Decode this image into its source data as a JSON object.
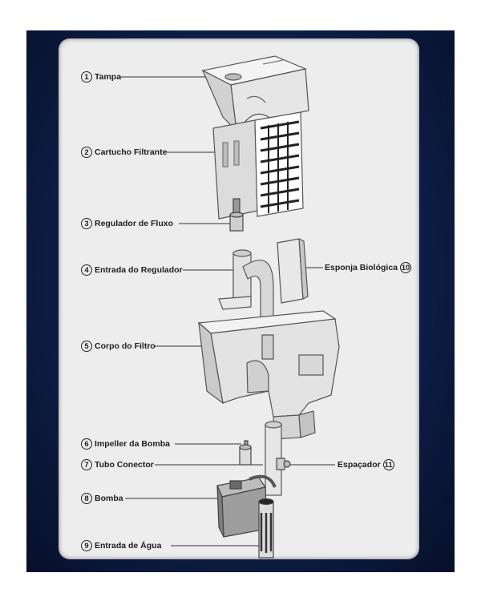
{
  "labels": [
    {
      "num": "1",
      "text": "Tampa"
    },
    {
      "num": "2",
      "text": "Cartucho Filtrante"
    },
    {
      "num": "3",
      "text": "Regulador de Fluxo"
    },
    {
      "num": "4",
      "text": "Entrada do Regulador"
    },
    {
      "num": "5",
      "text": "Corpo do Filtro"
    },
    {
      "num": "6",
      "text": "Impeller da Bomba"
    },
    {
      "num": "7",
      "text": "Tubo Conector"
    },
    {
      "num": "8",
      "text": "Bomba"
    },
    {
      "num": "9",
      "text": "Entrada de Água"
    },
    {
      "num": "10",
      "text": "Esponja Biológica"
    },
    {
      "num": "11",
      "text": "Espaçador"
    }
  ]
}
